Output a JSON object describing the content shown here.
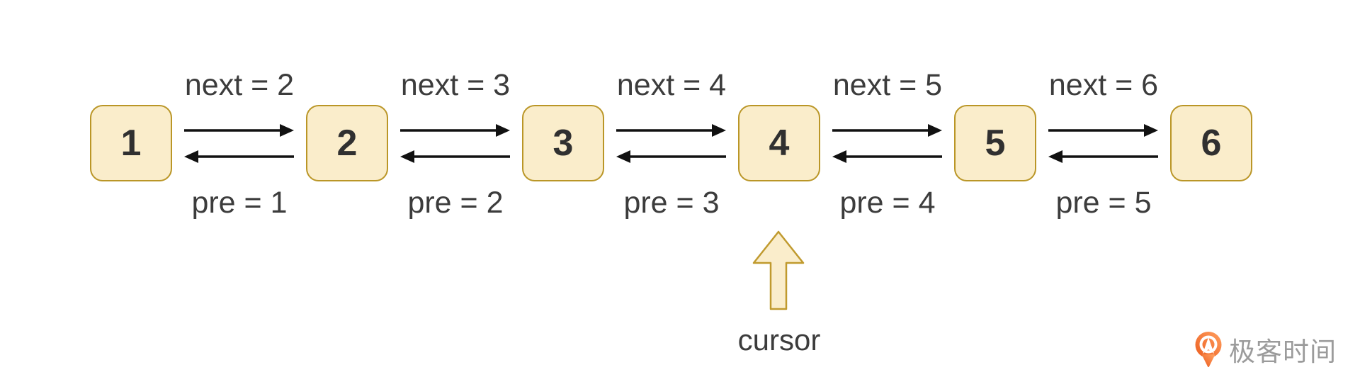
{
  "diagram": {
    "title": "doubly linked list with cursor at node 4",
    "nodes": [
      {
        "label": "1"
      },
      {
        "label": "2"
      },
      {
        "label": "3"
      },
      {
        "label": "4"
      },
      {
        "label": "5"
      },
      {
        "label": "6"
      }
    ],
    "links": [
      {
        "next_label": "next = 2",
        "pre_label": "pre = 1"
      },
      {
        "next_label": "next = 3",
        "pre_label": "pre = 2"
      },
      {
        "next_label": "next = 4",
        "pre_label": "pre = 3"
      },
      {
        "next_label": "next = 5",
        "pre_label": "pre = 4"
      },
      {
        "next_label": "next = 6",
        "pre_label": "pre = 5"
      }
    ],
    "cursor": {
      "label": "cursor",
      "points_to_node": "4"
    }
  },
  "colors": {
    "node_fill": "#FAEDCB",
    "node_border": "#BA9627",
    "arrow_black": "#111111",
    "label_text": "#3C3C3C",
    "cursor_fill": "#FAEDCB",
    "cursor_border": "#C09A2E",
    "logo_orange": "#ED6A1C",
    "logo_text_gray": "#9B9B9B"
  },
  "logo": {
    "brand_text": "极客时间",
    "icon": "geektime-pin-icon"
  }
}
